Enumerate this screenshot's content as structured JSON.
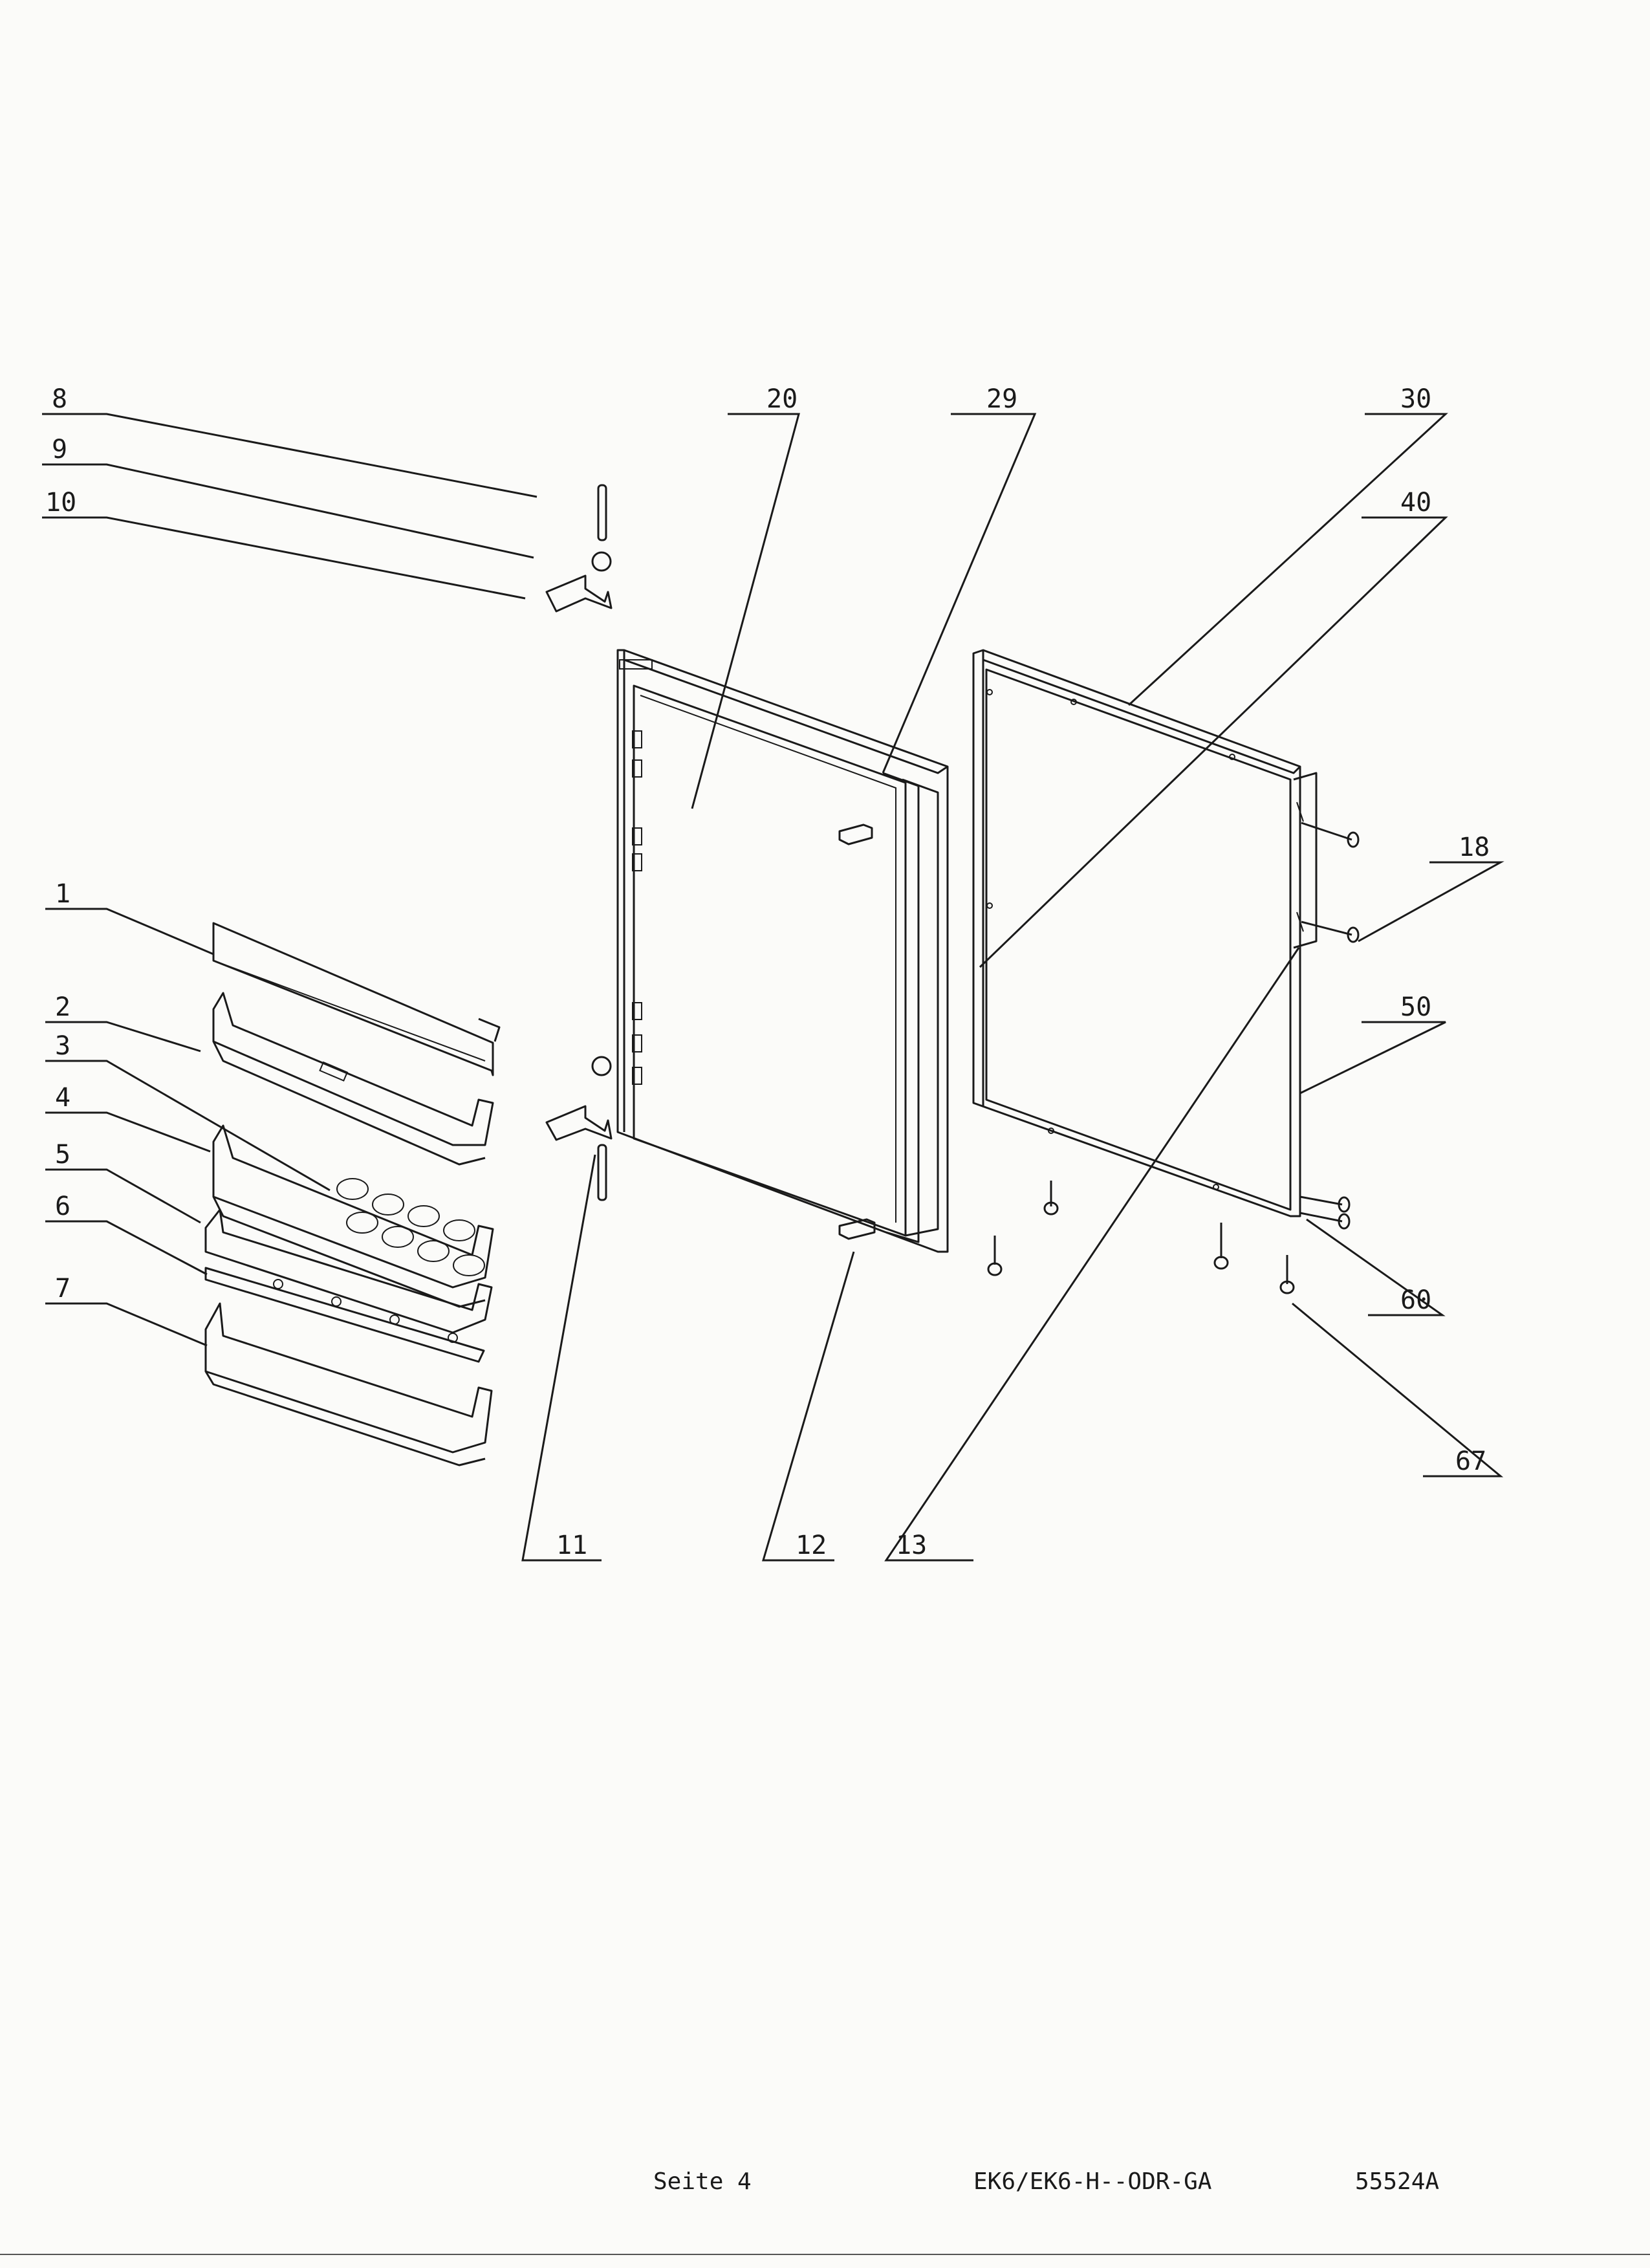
{
  "callouts": [
    {
      "id": "c1",
      "number": "1"
    },
    {
      "id": "c2",
      "number": "2"
    },
    {
      "id": "c3",
      "number": "3"
    },
    {
      "id": "c4",
      "number": "4"
    },
    {
      "id": "c5",
      "number": "5"
    },
    {
      "id": "c6",
      "number": "6"
    },
    {
      "id": "c7",
      "number": "7"
    },
    {
      "id": "c8",
      "number": "8"
    },
    {
      "id": "c9",
      "number": "9"
    },
    {
      "id": "c10",
      "number": "10"
    },
    {
      "id": "c11",
      "number": "11"
    },
    {
      "id": "c12",
      "number": "12"
    },
    {
      "id": "c13",
      "number": "13"
    },
    {
      "id": "c18",
      "number": "18"
    },
    {
      "id": "c20",
      "number": "20"
    },
    {
      "id": "c29",
      "number": "29"
    },
    {
      "id": "c30",
      "number": "30"
    },
    {
      "id": "c40",
      "number": "40"
    },
    {
      "id": "c50",
      "number": "50"
    },
    {
      "id": "c60",
      "number": "60"
    },
    {
      "id": "c67",
      "number": "67"
    }
  ],
  "footer": {
    "page": "Seite 4",
    "model": "EK6/EK6-H--ODR-GA",
    "doc_number": "55524A"
  }
}
